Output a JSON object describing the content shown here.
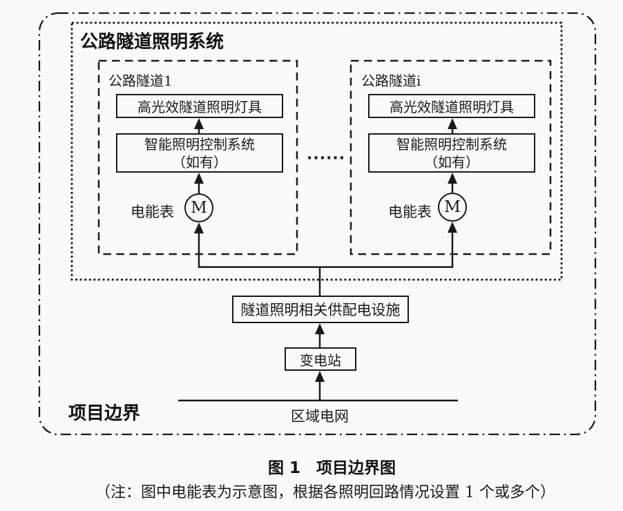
{
  "diagram": {
    "system_title": "公路隧道照明系统",
    "boundary_label": "项目边界",
    "ellipsis": "······",
    "tunnel_1": {
      "label": "公路隧道1",
      "lamp_box": "高光效隧道照明灯具",
      "control_box_line1": "智能照明控制系统",
      "control_box_line2": "（如有）",
      "meter_label": "电能表",
      "meter_symbol": "M"
    },
    "tunnel_i": {
      "label": "公路隧道i",
      "lamp_box": "高光效隧道照明灯具",
      "control_box_line1": "智能照明控制系统",
      "control_box_line2": "（如有）",
      "meter_label": "电能表",
      "meter_symbol": "M"
    },
    "supply_box": "隧道照明相关供配电设施",
    "substation_box": "变电站",
    "grid_label": "区域电网"
  },
  "caption": {
    "figure_title": "图 1　项目边界图",
    "note": "（注：图中电能表为示意图，根据各照明回路情况设置 1 个或多个）"
  },
  "colors": {
    "stroke": "#1a1a1a",
    "background": "#fafafa"
  }
}
